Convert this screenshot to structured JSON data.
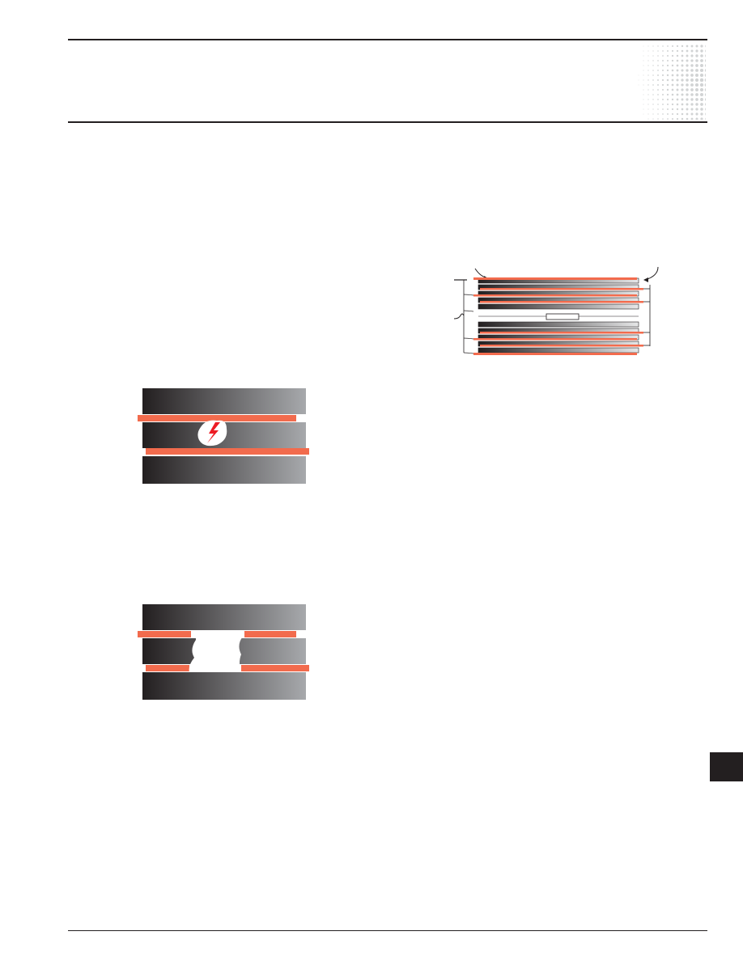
{
  "page": {
    "accent_color": "#f26b4d",
    "layer_gradient": [
      "#231f20",
      "#a7a9ac"
    ],
    "thumb_tab_color": "#231f20"
  },
  "figures": [
    {
      "id": "capacitor-stack-diagram",
      "description_visible_text": ""
    },
    {
      "id": "breakdown-event-diagram",
      "icon": "lightning-bolt-icon"
    },
    {
      "id": "self-healing-clearing-diagram",
      "icon": "cleared-hole"
    }
  ]
}
